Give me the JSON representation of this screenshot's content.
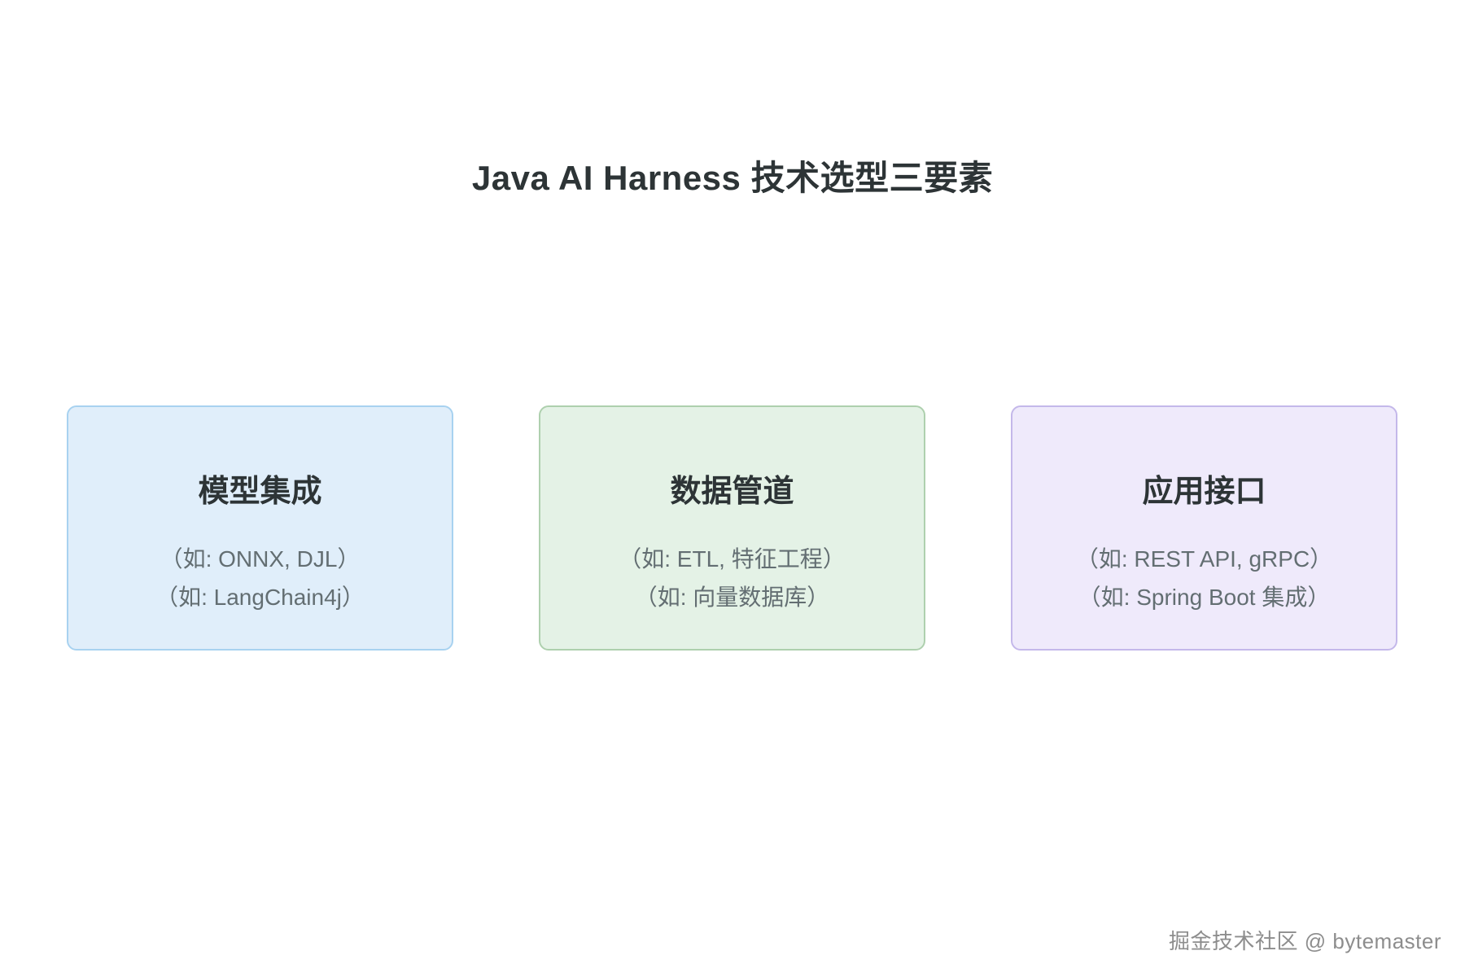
{
  "title": "Java AI Harness 技术选型三要素",
  "colors": {
    "page_background": "#ffffff",
    "title_text": "#2d3436",
    "heading_text": "#2d3436",
    "body_text": "#636e72",
    "watermark_text": "#8d8d8d"
  },
  "cards": [
    {
      "heading": "模型集成",
      "lines": [
        "（如: ONNX, DJL）",
        "（如: LangChain4j）"
      ],
      "bg": "#e0eefa",
      "border": "#a8d2f0"
    },
    {
      "heading": "数据管道",
      "lines": [
        "（如: ETL, 特征工程）",
        "（如: 向量数据库）"
      ],
      "bg": "#e4f2e6",
      "border": "#aed0ae"
    },
    {
      "heading": "应用接口",
      "lines": [
        "（如: REST API, gRPC）",
        "（如: Spring Boot 集成）"
      ],
      "bg": "#efeafb",
      "border": "#c4b8ea"
    }
  ],
  "watermark": "掘金技术社区 @ bytemaster"
}
